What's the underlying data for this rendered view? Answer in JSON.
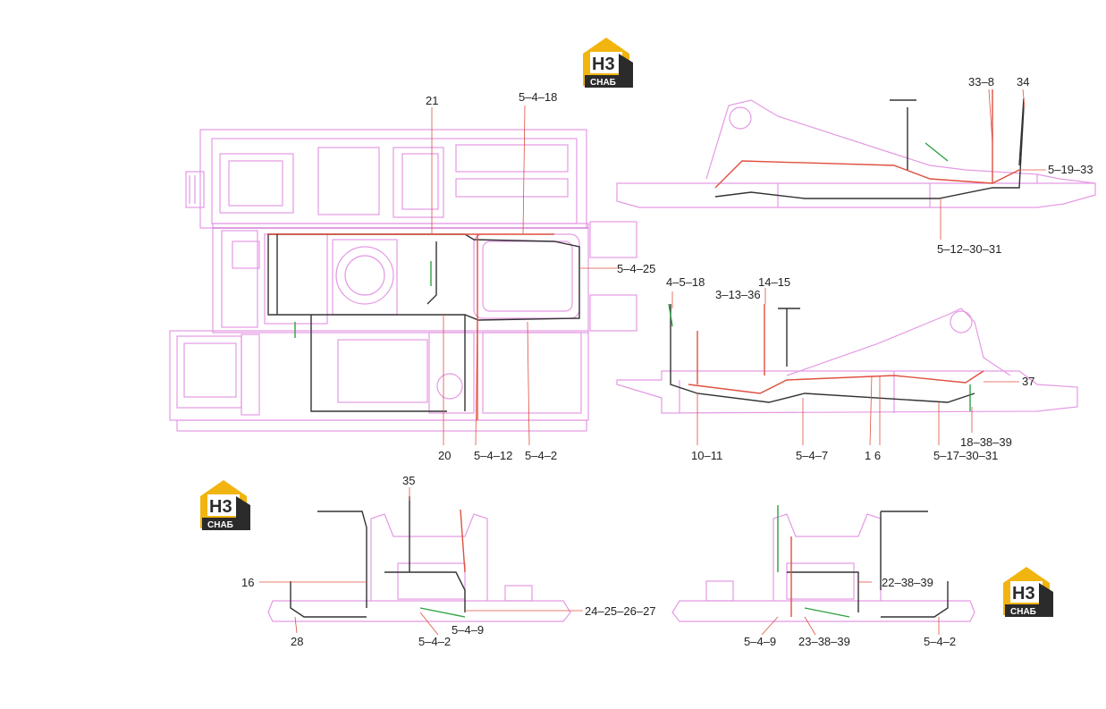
{
  "colors": {
    "frame": "#e8a0e8",
    "frame_dark": "#d070d0",
    "harness": "#333333",
    "harness_red": "#e05040",
    "harness_green": "#30a040",
    "leader": "#e05040",
    "logo_gold": "#f2b40f",
    "logo_dark": "#2b2b2b"
  },
  "logo": {
    "letters": "H3",
    "brand": "СНАБ"
  },
  "callouts": {
    "top_view": {
      "c21": "21",
      "c5_4_18": "5–4–18",
      "c5_4_25": "5–4–25",
      "c20": "20",
      "c5_4_12": "5–4–12",
      "c5_4_2": "5–4–2"
    },
    "side_right": {
      "c33_8": "33–8",
      "c34": "34",
      "c5_19_33": "5–19–33",
      "c5_12_30_31": "5–12–30–31"
    },
    "side_left": {
      "c4_5_18": "4–5–18",
      "c14_15": "14–15",
      "c3_13_36": "3–13–36",
      "c37": "37",
      "c10_11": "10–11",
      "c5_4_7": "5–4–7",
      "c1_6": "1 6",
      "c5_17_30_31": "5–17–30–31",
      "c18_38_39": "18–38–39"
    },
    "front_left": {
      "c35": "35",
      "c16": "16",
      "c24_25_26_27": "24–25–26–27",
      "c28": "28",
      "c5_4_2": "5–4–2",
      "c5_4_9": "5–4–9"
    },
    "front_right": {
      "c22_38_39": "22–38–39",
      "c5_4_9": "5–4–9",
      "c23_38_39": "23–38–39",
      "c5_4_2": "5–4–2"
    }
  }
}
